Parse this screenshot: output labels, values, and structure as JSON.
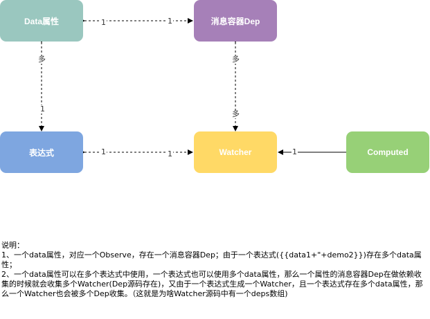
{
  "nodes": {
    "data_attr": {
      "label": "Data属性",
      "color": "#9ac7bf"
    },
    "dep": {
      "label": "消息容器Dep",
      "color": "#a680b8"
    },
    "expression": {
      "label": "表达式",
      "color": "#7ea6e0"
    },
    "watcher": {
      "label": "Watcher",
      "color": "#ffd966"
    },
    "computed": {
      "label": "Computed",
      "color": "#97d077"
    }
  },
  "edges": {
    "data_dep": {
      "label_from": "1",
      "label_to": "1",
      "style": "dashed"
    },
    "data_expr": {
      "label_from": "多",
      "label_to": "1",
      "style": "dashed"
    },
    "dep_watcher": {
      "label_from": "多",
      "label_to": "多",
      "style": "dashed"
    },
    "expr_watcher": {
      "label_from": "1",
      "label_to": "1",
      "style": "dashed"
    },
    "computed_watcher": {
      "label": "1",
      "style": "solid"
    }
  },
  "notes": {
    "heading": "说明：",
    "item1": "1、一个data属性，对应一个Observe，存在一个消息容器Dep；由于一个表达式({{data1+\"+demo2}})存在多个data属性；",
    "item2": "2、一个data属性可以在多个表达式中使用，一个表达式也可以使用多个data属性，那么一个属性的消息容器Dep在做依赖收集的时候就会收集多个Watcher(Dep源码存在)，又由于一个表达式生成一个Watcher，且一个表达式存在多个data属性，那么一个Watcher也会被多个Dep收集。（这就是为啥Watcher源码中有一个deps数组)"
  }
}
